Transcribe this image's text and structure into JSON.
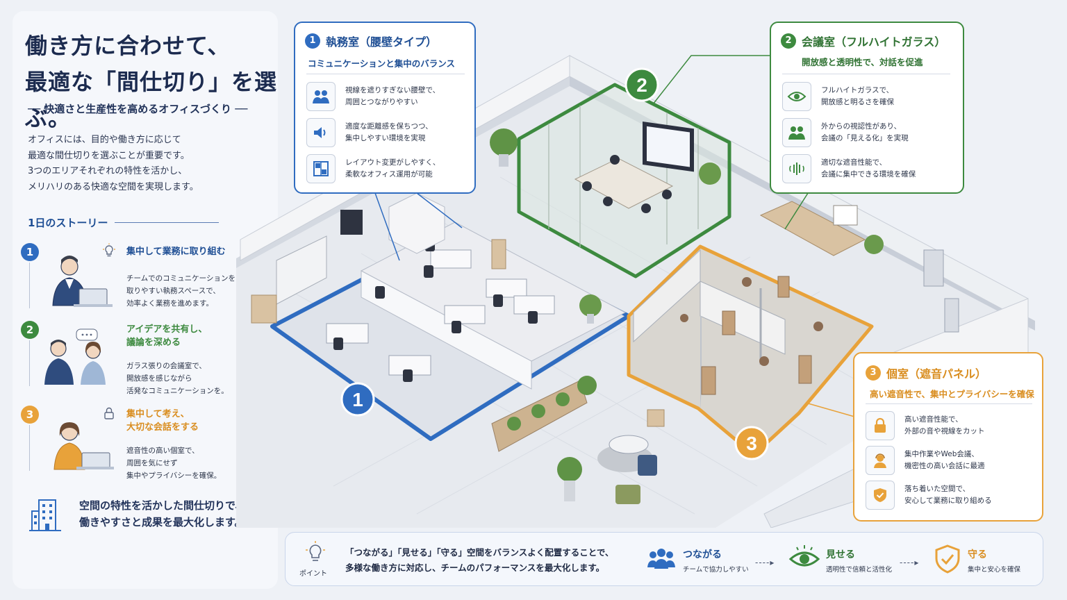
{
  "title_lines": [
    "働き方に合わせて、",
    "最適な「間仕切り」を選ぶ。"
  ],
  "subtitle": "── 快適さと生産性を高めるオフィスづくり ──",
  "intro_lines": [
    "オフィスには、目的や働き方に応じて",
    "最適な間仕切りを選ぶことが重要です。",
    "3つのエリアそれぞれの特性を活かし、",
    "メリハリのある快適な空間を実現します。"
  ],
  "story": {
    "heading": "1日のストーリー",
    "items": [
      {
        "num": "1",
        "title_lines": [
          "集中して業務に取り組む"
        ],
        "desc_lines": [
          "チームでのコミュニケーションを",
          "取りやすい執務スペースで、",
          "効率よく業務を進めます。"
        ]
      },
      {
        "num": "2",
        "title_lines": [
          "アイデアを共有し、",
          "議論を深める"
        ],
        "desc_lines": [
          "ガラス張りの会議室で、",
          "開放感を感じながら",
          "活発なコミュニケーションを。"
        ]
      },
      {
        "num": "3",
        "title_lines": [
          "集中して考え、",
          "大切な会話をする"
        ],
        "desc_lines": [
          "遮音性の高い個室で、",
          "周囲を気にせず",
          "集中やプライバシーを確保。"
        ]
      }
    ]
  },
  "footer_note_lines": [
    "空間の特性を活かした間仕切りで、",
    "働きやすさと成果を最大化します。"
  ],
  "callouts": [
    {
      "num": "1",
      "title": "執務室（腰壁タイプ）",
      "subtitle": "コミュニケーションと集中のバランス",
      "rows": [
        [
          "視線を遮りすぎない腰壁で、",
          "周囲とつながりやすい"
        ],
        [
          "適度な距離感を保ちつつ、",
          "集中しやすい環境を実現"
        ],
        [
          "レイアウト変更がしやすく、",
          "柔軟なオフィス運用が可能"
        ]
      ]
    },
    {
      "num": "2",
      "title": "会議室（フルハイトガラス）",
      "subtitle": "開放感と透明性で、対話を促進",
      "rows": [
        [
          "フルハイトガラスで、",
          "開放感と明るさを確保"
        ],
        [
          "外からの視認性があり、",
          "会議の「見える化」を実現"
        ],
        [
          "適切な遮音性能で、",
          "会議に集中できる環境を確保"
        ]
      ]
    },
    {
      "num": "3",
      "title": "個室（遮音パネル）",
      "subtitle": "高い遮音性で、集中とプライバシーを確保",
      "rows": [
        [
          "高い遮音性能で、",
          "外部の音や視線をカット"
        ],
        [
          "集中作業やWeb会議、",
          "機密性の高い会話に最適"
        ],
        [
          "落ち着いた空間で、",
          "安心して業務に取り組める"
        ]
      ]
    }
  ],
  "map_badges": [
    "1",
    "2",
    "3"
  ],
  "bottom": {
    "point_label": "ポイント",
    "message_lines": [
      "「つながる」「見せる」「守る」空間をバランスよく配置することで、",
      "多様な働き方に対応し、チームのパフォーマンスを最大化します。"
    ],
    "keywords": [
      {
        "word": "つながる",
        "desc": "チームで協力しやすい"
      },
      {
        "word": "見せる",
        "desc": "透明性で信頼と活性化"
      },
      {
        "word": "守る",
        "desc": "集中と安心を確保"
      }
    ],
    "arrow": "----▸"
  },
  "colors": {
    "blue": "#2f6cc0",
    "green": "#3d8a3f",
    "orange": "#e8a23a",
    "navy": "#1c2b4f"
  }
}
